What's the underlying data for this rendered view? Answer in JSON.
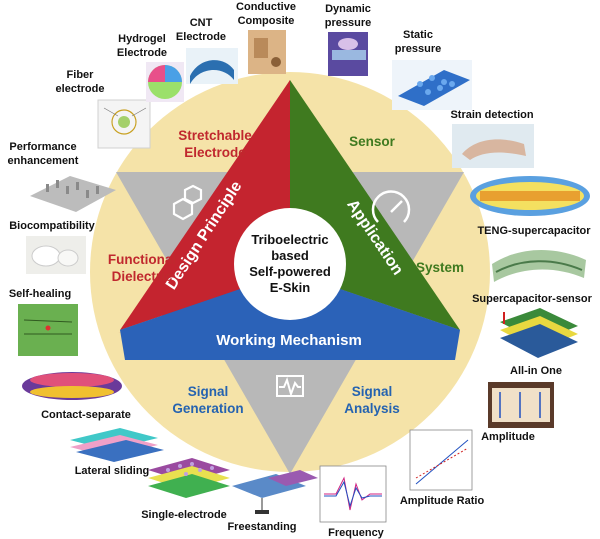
{
  "center": {
    "line1": "Triboelectric",
    "line2": "based",
    "line3": "Self-powered",
    "line4": "E-Skin"
  },
  "triangle": {
    "left": "Design Principle",
    "right": "Application",
    "bottom": "Working Mechanism"
  },
  "sections": {
    "stretchable_l1": "Stretchable",
    "stretchable_l2": "Electrode",
    "sensor": "Sensor",
    "functional_l1": "Functional",
    "functional_l2": "Dielectric",
    "system": "System",
    "signal_gen_l1": "Signal",
    "signal_gen_l2": "Generation",
    "signal_an_l1": "Signal",
    "signal_an_l2": "Analysis"
  },
  "outer_labels": {
    "conductive_l1": "Conductive",
    "conductive_l2": "Composite",
    "dynamic_l1": "Dynamic",
    "dynamic_l2": "pressure",
    "cnt_l1": "CNT",
    "cnt_l2": "Electrode",
    "static_l1": "Static",
    "static_l2": "pressure",
    "hydrogel_l1": "Hydrogel",
    "hydrogel_l2": "Electrode",
    "fiber_l1": "Fiber",
    "fiber_l2": "electrode",
    "strain": "Strain detection",
    "performance_l1": "Performance",
    "performance_l2": "enhancement",
    "biocompat": "Biocompatibility",
    "teng_sc": "TENG-supercapacitor",
    "selfheal": "Self-healing",
    "sc_sensor": "Supercapacitor-sensor",
    "allinone": "All-in One",
    "contact": "Contact-separate",
    "lateral": "Lateral sliding",
    "single": "Single-electrode",
    "freestanding": "Freestanding",
    "frequency": "Frequency",
    "amp_ratio": "Amplitude Ratio",
    "amplitude": "Amplitude"
  },
  "colors": {
    "ring": "#F5E3A8",
    "red": "#C4242F",
    "green": "#3F7A1F",
    "blue": "#2B62B8",
    "gray": "#B8B8B8",
    "section_red": "#C0282E",
    "section_green": "#3F7A1F",
    "section_blue": "#2563B0"
  }
}
